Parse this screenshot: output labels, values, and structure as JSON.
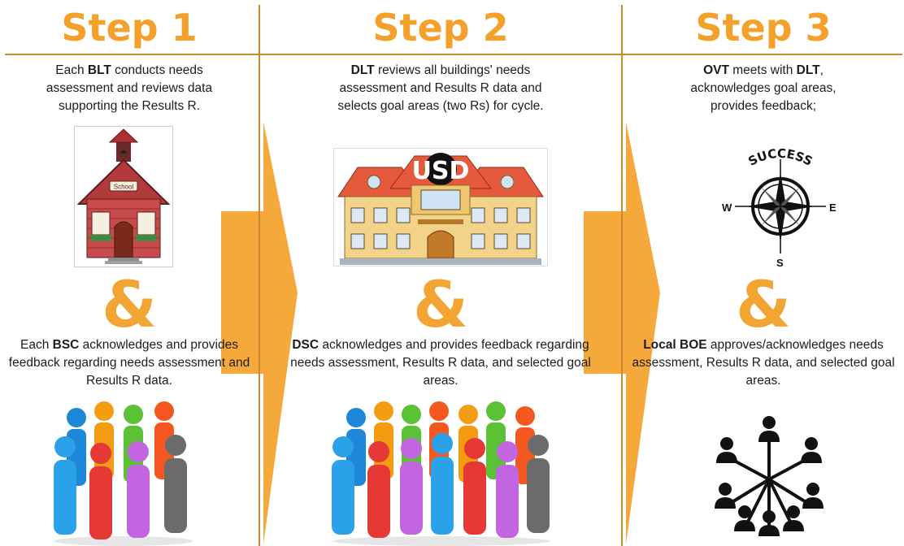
{
  "steps": [
    {
      "title": "Step 1",
      "text1": {
        "pre": "Each ",
        "bold": "BLT",
        "post": " conducts needs assessment and reviews data supporting the Results R."
      },
      "image_icon": "schoolhouse-icon",
      "image_label": "School",
      "ampersand": "&",
      "text2": {
        "pre": "Each ",
        "bold": "BSC",
        "post": " acknowledges and provides feedback regarding needs assessment and Results R data."
      },
      "people_icon": "crowd-icon"
    },
    {
      "title": "Step 2",
      "text1": {
        "pre": "",
        "bold": "DLT",
        "post": " reviews all buildings' needs assessment and Results R data and selects goal areas (two Rs) for cycle."
      },
      "image_icon": "district-building-icon",
      "image_label": "USD",
      "ampersand": "&",
      "text2": {
        "pre": "",
        "bold": "DSC",
        "post": " acknowledges and provides feedback regarding needs assessment, Results R data, and selected goal areas."
      },
      "people_icon": "crowd-icon"
    },
    {
      "title": "Step 3",
      "text1": {
        "pre": "",
        "bold": "OVT",
        "post": " meets with ",
        "bold2": "DLT",
        "post2": ", acknowledges goal areas, provides feedback;"
      },
      "image_icon": "compass-icon",
      "image_label": "SUCCESS",
      "compass": {
        "w": "W",
        "e": "E",
        "s": "S"
      },
      "ampersand": "&",
      "text2": {
        "pre": "",
        "bold": "Local BOE",
        "post": " approves/acknowledges needs assessment, Results R data, and selected goal areas."
      },
      "people_icon": "network-people-icon"
    }
  ],
  "colors": {
    "accent": "#f4a12c",
    "arrow": "#f6a93b",
    "divider": "#c98a2e"
  }
}
